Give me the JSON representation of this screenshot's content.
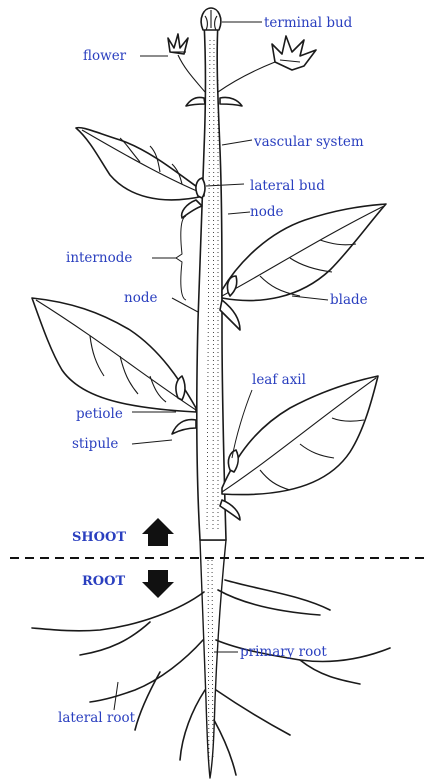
{
  "labels": {
    "terminal_bud": "terminal bud",
    "flower": "flower",
    "vascular_system": "vascular system",
    "lateral_bud": "lateral bud",
    "node_upper": "node",
    "internode": "internode",
    "node_lower": "node",
    "blade": "blade",
    "leaf_axil": "leaf axil",
    "petiole": "petiole",
    "stipule": "stipule",
    "primary_root": "primary root",
    "lateral_root": "lateral root"
  },
  "zones": {
    "shoot": "SHOOT",
    "root": "ROOT"
  },
  "colors": {
    "label_text": "#2a3fbf",
    "drawing": "#1a1a1a",
    "background": "#ffffff"
  },
  "icons": {
    "shoot_arrow": "arrow-up-icon",
    "root_arrow": "arrow-down-icon"
  }
}
